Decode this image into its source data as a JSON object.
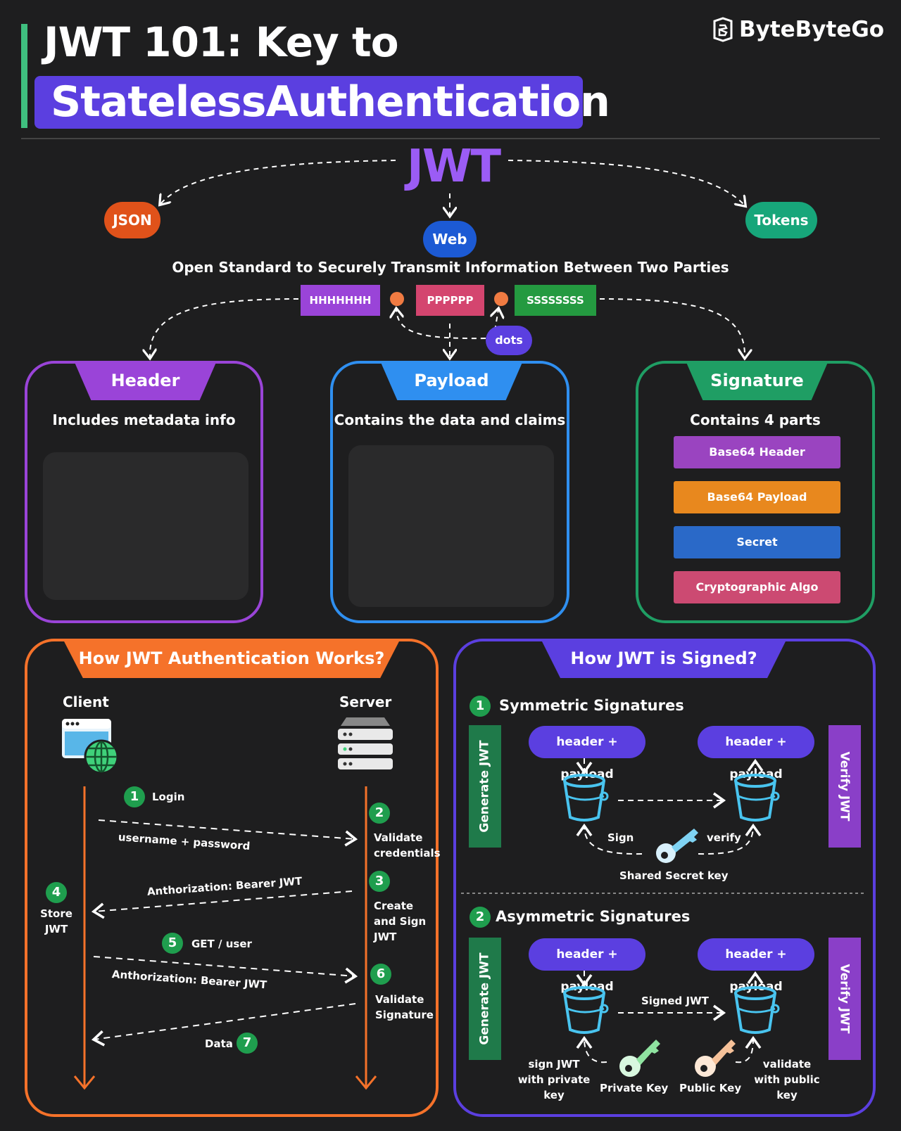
{
  "title": {
    "line1": "JWT 101: Key to",
    "line2": "StatelessAuthentication"
  },
  "brand": "ByteByteGo",
  "jwt": {
    "acronym": "JWT",
    "json": "JSON",
    "web": "Web",
    "tokens": "Tokens",
    "definition": "Open Standard to Securely Transmit Information Between Two Parties",
    "parts": {
      "header": "HHHHHHH",
      "payload": "PPPPPP",
      "signature": "SSSSSSSS"
    },
    "dots_label": "dots"
  },
  "panels": {
    "header": {
      "title": "Header",
      "desc": "Includes metadata info"
    },
    "payload": {
      "title": "Payload",
      "desc": "Contains the data and claims"
    },
    "signature": {
      "title": "Signature",
      "desc": "Contains 4 parts",
      "parts": [
        "Base64 Header",
        "Base64 Payload",
        "Secret",
        "Cryptographic Algo"
      ]
    }
  },
  "auth": {
    "title": "How JWT Authentication Works?",
    "client": "Client",
    "server": "Server",
    "steps": [
      {
        "num": "1",
        "label": "Login"
      },
      {
        "num": "2",
        "label": "Validate credentials"
      },
      {
        "num": "3",
        "label": "Create and Sign JWT"
      },
      {
        "num": "4",
        "label": "Store JWT"
      },
      {
        "num": "5",
        "label": "GET / user"
      },
      {
        "num": "6",
        "label": "Validate Signature"
      },
      {
        "num": "7",
        "label": "Data"
      }
    ],
    "arrows": {
      "login": "username + password",
      "return": "Anthorization: Bearer JWT",
      "request": "Anthorization: Bearer JWT"
    }
  },
  "signed": {
    "title": "How JWT is Signed?",
    "symmetric": {
      "num": "1",
      "title": "Symmetric Signatures",
      "generate": "Generate JWT",
      "verify": "Verify JWT",
      "hp_left": "header + payload",
      "hp_right": "header + payload",
      "sign": "Sign",
      "verify_label": "verify",
      "key": "Shared Secret key"
    },
    "asymmetric": {
      "num": "2",
      "title": "Asymmetric Signatures",
      "generate": "Generate JWT",
      "verify": "Verify JWT",
      "hp_left": "header + payload",
      "hp_right": "header + payload",
      "signed_jwt": "Signed JWT",
      "sign_note": "sign JWT with private key",
      "validate_note": "validate with public key",
      "private_key": "Private Key",
      "public_key": "Public Key"
    }
  },
  "colors": {
    "purple": "#9a44d8",
    "blue": "#2f8ff0",
    "green": "#1f9e64",
    "orange": "#f5722a",
    "indigo": "#5b3fe0"
  }
}
